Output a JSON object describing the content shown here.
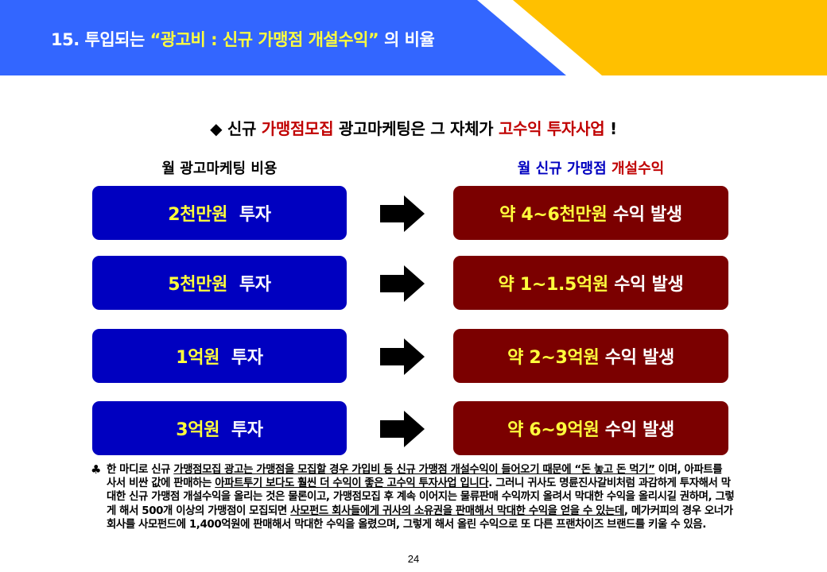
{
  "header": {
    "title_prefix": "15. 투입되는 ",
    "title_highlight": "“광고비 : 신규 가맹점 개설수익”",
    "title_suffix": " 의 비율",
    "colors": {
      "blue": "#3366FF",
      "yellow": "#FFC000",
      "highlight": "#FFFF3C"
    }
  },
  "subtitle": {
    "bullet": "◆",
    "part1": " 신규 ",
    "part2_red": "가맹점모집",
    "part3": " 광고마케팅은 그 자체가 ",
    "part4_red": "고수익 투자사업",
    "part5": " !"
  },
  "columns": {
    "left_header": "월 광고마케팅 비용",
    "right_header_blue": "월 신규 가맹점 ",
    "right_header_red": "개설수익"
  },
  "rows": [
    {
      "invest_amount": "2천만원",
      "invest_label": "  투자",
      "revenue_prefix": "약 4~6천만원",
      "revenue_suffix": " 수익 발생"
    },
    {
      "invest_amount": "5천만원",
      "invest_label": "  투자",
      "revenue_prefix": "약 1~1.5억원",
      "revenue_suffix": " 수익 발생"
    },
    {
      "invest_amount": "1억원",
      "invest_label": "  투자",
      "revenue_prefix": "약 2~3억원",
      "revenue_suffix": " 수익 발생"
    },
    {
      "invest_amount": "3억원",
      "invest_label": "  투자",
      "revenue_prefix": "약 6~9억원",
      "revenue_suffix": " 수익 발생"
    }
  ],
  "footnote": {
    "icon": "♣",
    "s1": "한 마디로 신규 ",
    "s2_u": "가맹점모집 광고는 가맹점을 모집할 경우 가입비 등 신규 가맹점 개설수익이 들어오기 때문에 “돈 놓고 돈 먹기”",
    "s3": " 이며, 아파트를 사서 비싼 값에 판매하는 ",
    "s4_u": "아파트투기 보다도 훨씬 더 수익이 좋은 고수익 투자사업 입니다",
    "s5": ". 그러니 귀사도 명륜진사갈비처럼 과감하게 투자해서 막대한 신규 가맹점 개설수익을 올리는 것은 물론이고, 가맹점모집 후 계속 이어지는 물류판매 수익까지 올려서 막대한 수익을 올리시길 권하며, 그렇게 해서 500개 이상의 가맹점이 모집되면 ",
    "s6_u": "사모펀드 회사들에게 귀사의 소유권을 판매해서 막대한 수익을 얻을 수 있는데",
    "s7": ", 메가커피의 경우 오너가 회사를 사모펀드에 1,400억원에 판매해서 막대한 수익을 올렸으며, 그렇게 해서 올린 수익으로 또 다른 프랜차이즈 브랜드를 키울 수 있음."
  },
  "page_number": "24",
  "colors": {
    "invest_box": "#0000C0",
    "revenue_box": "#7B0000",
    "accent_red": "#C00000"
  }
}
